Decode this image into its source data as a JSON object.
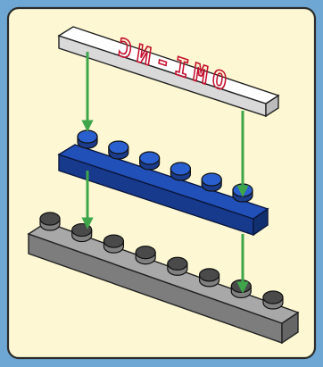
{
  "instruction_panel": {
    "background_color": "#fdf8d3",
    "frame_color": "#6ea7d3",
    "border_color": "#2b2b2b"
  },
  "tile": {
    "label": "OMI-NC",
    "label_mirrored": true,
    "top_color": "#ffffff",
    "side_color": "#d6d6d6",
    "label_color": "#c41230"
  },
  "plates": [
    {
      "name": "blue-plate",
      "studs": 6,
      "top_color": "#2150b8",
      "side_color": "#1b3c8a",
      "stud_color": "#2a5fcf"
    },
    {
      "name": "gray-plate",
      "studs": 8,
      "top_color": "#a5a5a5",
      "side_color": "#808080",
      "stud_color": "#4a4a4a"
    }
  ],
  "arrows": {
    "color": "#3ea54a",
    "count": 4
  }
}
